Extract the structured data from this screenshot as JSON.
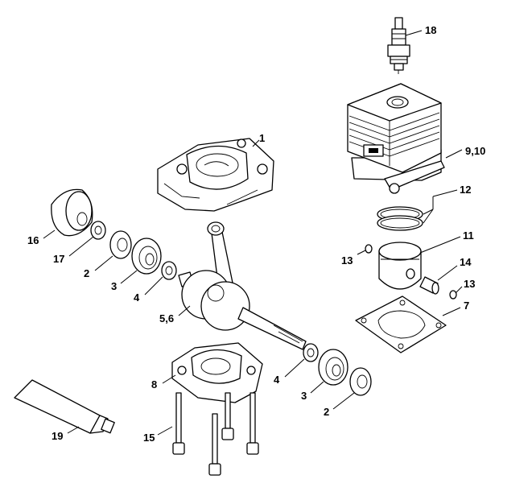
{
  "callouts": [
    {
      "id": "c1",
      "text": "1"
    },
    {
      "id": "c910",
      "text": "9,10"
    },
    {
      "id": "c12",
      "text": "12"
    },
    {
      "id": "c11",
      "text": "11"
    },
    {
      "id": "c13a",
      "text": "13"
    },
    {
      "id": "c14",
      "text": "14"
    },
    {
      "id": "c13b",
      "text": "13"
    },
    {
      "id": "c7",
      "text": "7"
    },
    {
      "id": "c18",
      "text": "18"
    },
    {
      "id": "c16",
      "text": "16"
    },
    {
      "id": "c17",
      "text": "17"
    },
    {
      "id": "c2a",
      "text": "2"
    },
    {
      "id": "c3a",
      "text": "3"
    },
    {
      "id": "c4a",
      "text": "4"
    },
    {
      "id": "c56",
      "text": "5,6"
    },
    {
      "id": "c8",
      "text": "8"
    },
    {
      "id": "c4b",
      "text": "4"
    },
    {
      "id": "c3b",
      "text": "3"
    },
    {
      "id": "c2b",
      "text": "2"
    },
    {
      "id": "c15",
      "text": "15"
    },
    {
      "id": "c19",
      "text": "19"
    }
  ]
}
